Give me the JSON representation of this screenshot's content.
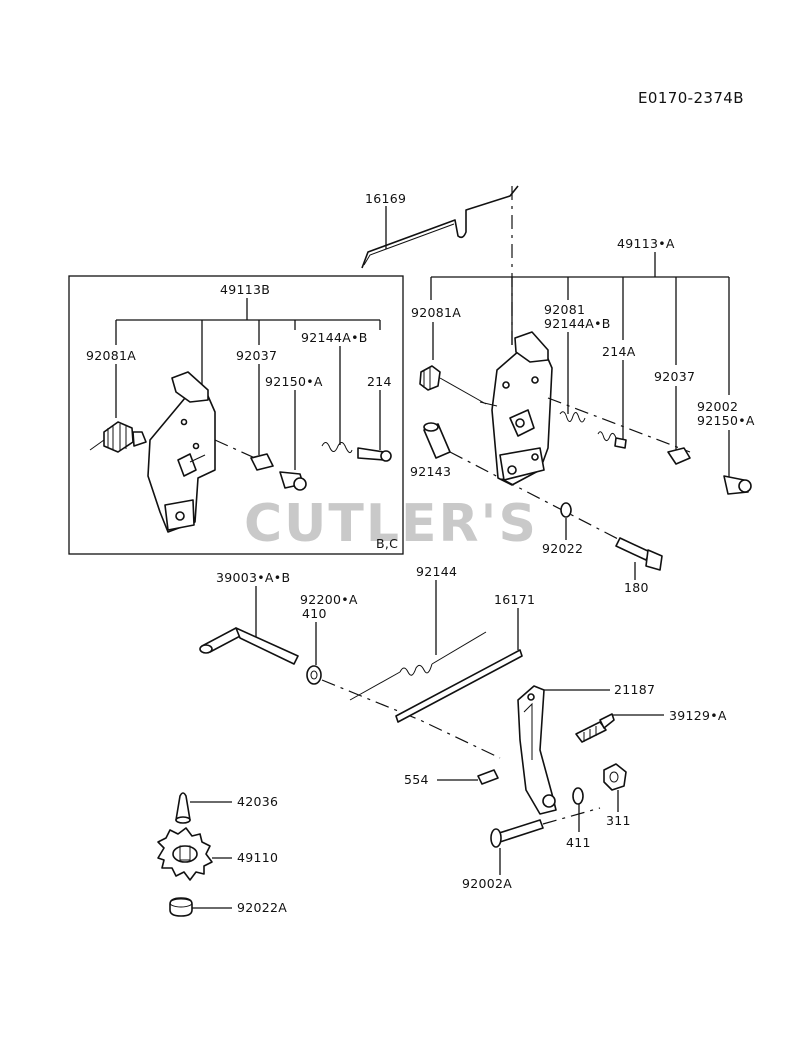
{
  "diagram": {
    "code": "E0170-2374B",
    "watermark": "CUTLER'S",
    "inset_variant": "B,C",
    "labels": {
      "p16169": "16169",
      "p49113A": "49113•A",
      "p49113B": "49113B",
      "p92081A_in": "92081A",
      "p92037_in": "92037",
      "p92144AB_in": "92144A•B",
      "p92150A_in": "92150•A",
      "p214_in": "214",
      "p92081A": "92081A",
      "p92081": "92081",
      "p92144AB": "92144A•B",
      "p214A": "214A",
      "p92037": "92037",
      "p92002": "92002",
      "p92150A": "92150•A",
      "p92143": "92143",
      "p92022": "92022",
      "p180": "180",
      "p39003": "39003•A•B",
      "p92200": "92200•A",
      "p410": "410",
      "p92144": "92144",
      "p16171": "16171",
      "p21187": "21187",
      "p39129": "39129•A",
      "p554": "554",
      "p411": "411",
      "p311": "311",
      "p92002A": "92002A",
      "p42036": "42036",
      "p49110": "49110",
      "p92022A": "92022A"
    }
  }
}
